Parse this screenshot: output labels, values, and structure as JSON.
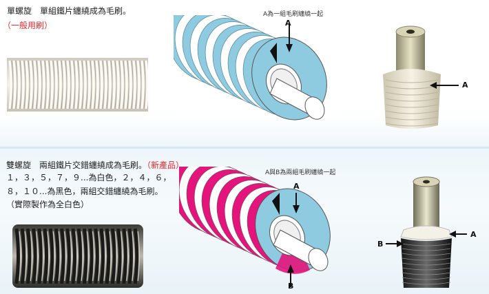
{
  "single": {
    "title": "單螺旋　單組鐵片纏繞成為毛刷。",
    "note": "（一般用刷）",
    "caption": "A為一組毛刷纏繞一起",
    "label_a": "A",
    "photo_label_a": "A"
  },
  "double": {
    "title": "雙螺旋　兩組鐵片交錯纏繞成為毛刷。",
    "new_product": "（新產品）",
    "line2": "１，３，５，７，９...為白色，２，４，６，",
    "line3": "８，１０...為黑色，兩組交錯纏繞為毛刷。",
    "line4": "（實際製作為全白色）",
    "caption": "A與B為兩組毛刷纏繞一起",
    "label_a": "A",
    "label_b": "B",
    "photo_label_a": "A",
    "photo_label_b": "B"
  },
  "colors": {
    "accent_red": "#e8262b",
    "white_band": "#ffffff",
    "blue_band": "#8ecbe0",
    "pink_band": "#e4147c"
  }
}
